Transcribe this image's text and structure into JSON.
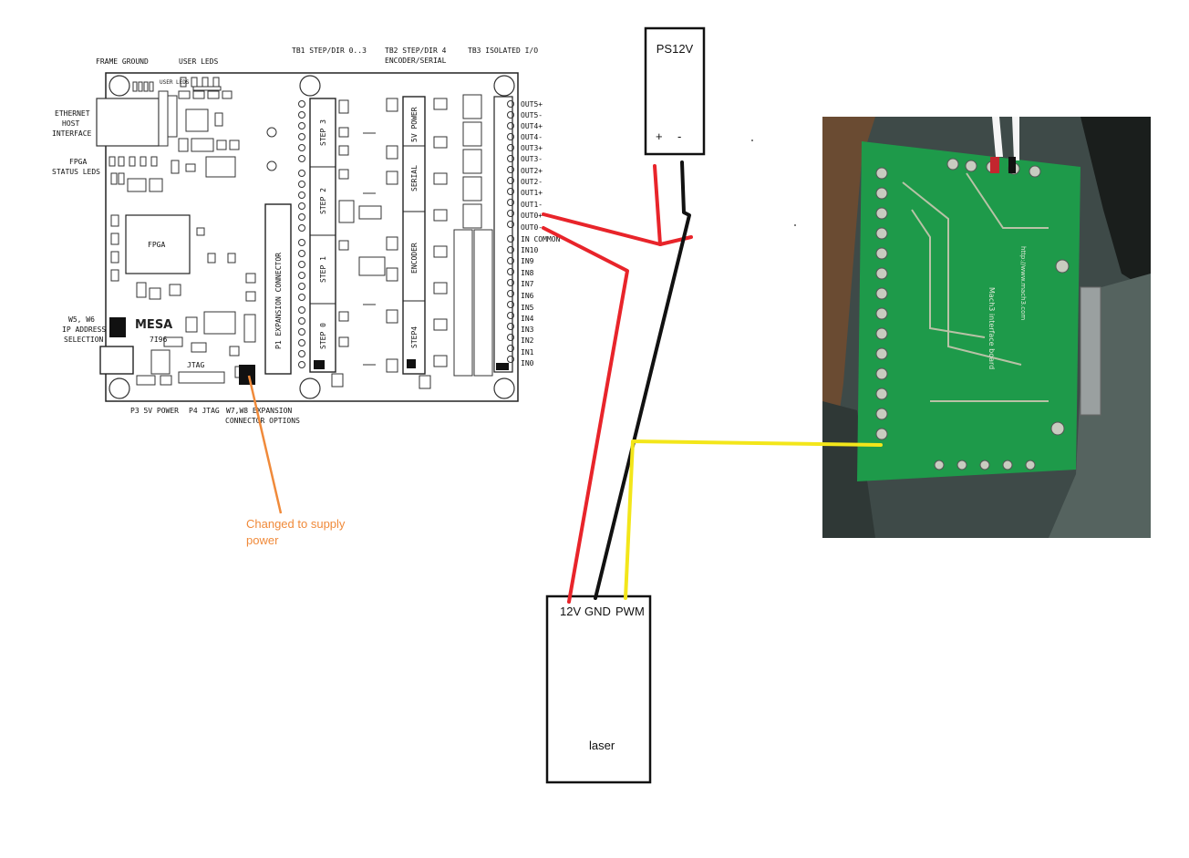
{
  "mesa_board": {
    "top_labels": {
      "frame_ground": "FRAME GROUND",
      "user_leds": "USER LEDS",
      "tb1": "TB1 STEP/DIR 0..3",
      "tb2_line1": "TB2 STEP/DIR 4",
      "tb2_line2": "ENCODER/SERIAL",
      "tb3": "TB3 ISOLATED I/O"
    },
    "left_labels": {
      "ethernet_1": "ETHERNET",
      "ethernet_2": "HOST",
      "ethernet_3": "INTERFACE",
      "fpga_leds_1": "FPGA",
      "fpga_leds_2": "STATUS LEDS",
      "w5w6_1": "W5, W6",
      "w5w6_2": "IP ADDRESS",
      "w5w6_3": "SELECTION"
    },
    "bottom_labels": {
      "p3": "P3 5V POWER",
      "p4": "P4 JTAG",
      "w7w8_1": "W7,W8 EXPANSION",
      "w7w8_2": "CONNECTOR OPTIONS"
    },
    "chip_fpga": "FPGA",
    "logo": "MESA",
    "model": "7I96",
    "jtag": "JTAG",
    "user_leds_small": "USER LEDS",
    "p1_connector": "P1 EXPANSION CONNECTOR",
    "step_blocks": [
      "STEP 3",
      "STEP 2",
      "STEP 1",
      "STEP 0"
    ],
    "tb2_blocks": [
      "5V POWER",
      "SERIAL",
      "ENCODER",
      "STEP4"
    ],
    "io_pins": [
      "OUT5+",
      "OUT5-",
      "OUT4+",
      "OUT4-",
      "OUT3+",
      "OUT3-",
      "OUT2+",
      "OUT2-",
      "OUT1+",
      "OUT1-",
      "OUT0+",
      "OUT0-",
      "IN COMMON",
      "IN10",
      "IN9",
      "IN8",
      "IN7",
      "IN6",
      "IN5",
      "IN4",
      "IN3",
      "IN2",
      "IN1",
      "IN0"
    ]
  },
  "power_supply": {
    "label": "PS12V",
    "plus": "+",
    "minus": "-"
  },
  "laser": {
    "label": "laser",
    "pin_12v": "12V",
    "pin_gnd": "GND",
    "pin_pwm": "PWM"
  },
  "annotation": {
    "line1": "Changed to supply",
    "line2": "power"
  },
  "relay_board": {
    "text_url": "http://www.mach3.com",
    "text_name": "Mach3 interface board"
  },
  "colors": {
    "wire_12v": "#e8242a",
    "wire_gnd": "#111111",
    "wire_pwm": "#f3e61a",
    "annotation": "#f08a3a",
    "pcb_green": "#1e9a4a"
  }
}
